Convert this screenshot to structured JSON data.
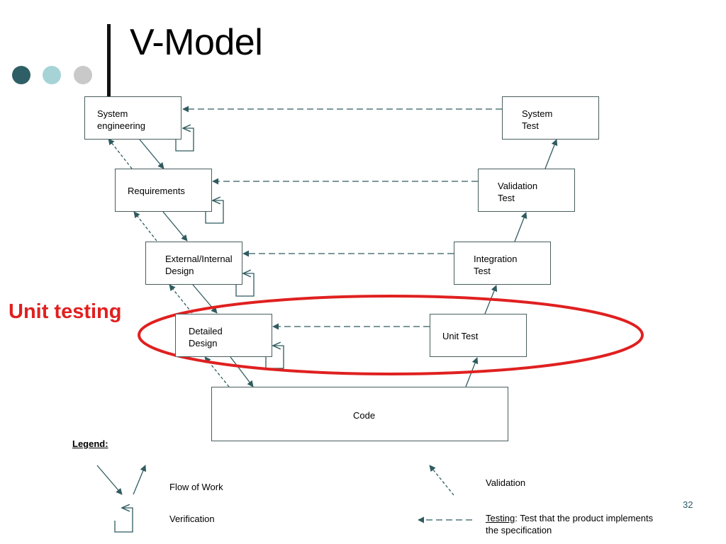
{
  "slide": {
    "title": "V-Model",
    "page_number": "32",
    "annotation": "Unit testing"
  },
  "boxes": {
    "system_engineering": "System\nengineering",
    "requirements": "Requirements",
    "external_internal_design": "External/Internal\nDesign",
    "detailed_design": "Detailed\nDesign",
    "code": "Code",
    "system_test": "System\nTest",
    "validation_test": "Validation\nTest",
    "integration_test": "Integration\nTest",
    "unit_test": "Unit Test"
  },
  "legend": {
    "title": "Legend:",
    "flow_of_work": "Flow of Work",
    "verification": "Verification",
    "validation": "Validation",
    "testing_term": "Testing",
    "testing_desc": ":  Test that the product implements\nthe  specification"
  },
  "colors": {
    "line": "#2f5b5f",
    "box_border": "#4a5d5d",
    "ellipse": "#e02020",
    "dot1": "#2f5f66",
    "dot2": "#a6d3d6",
    "dot3": "#c9c9c9"
  }
}
